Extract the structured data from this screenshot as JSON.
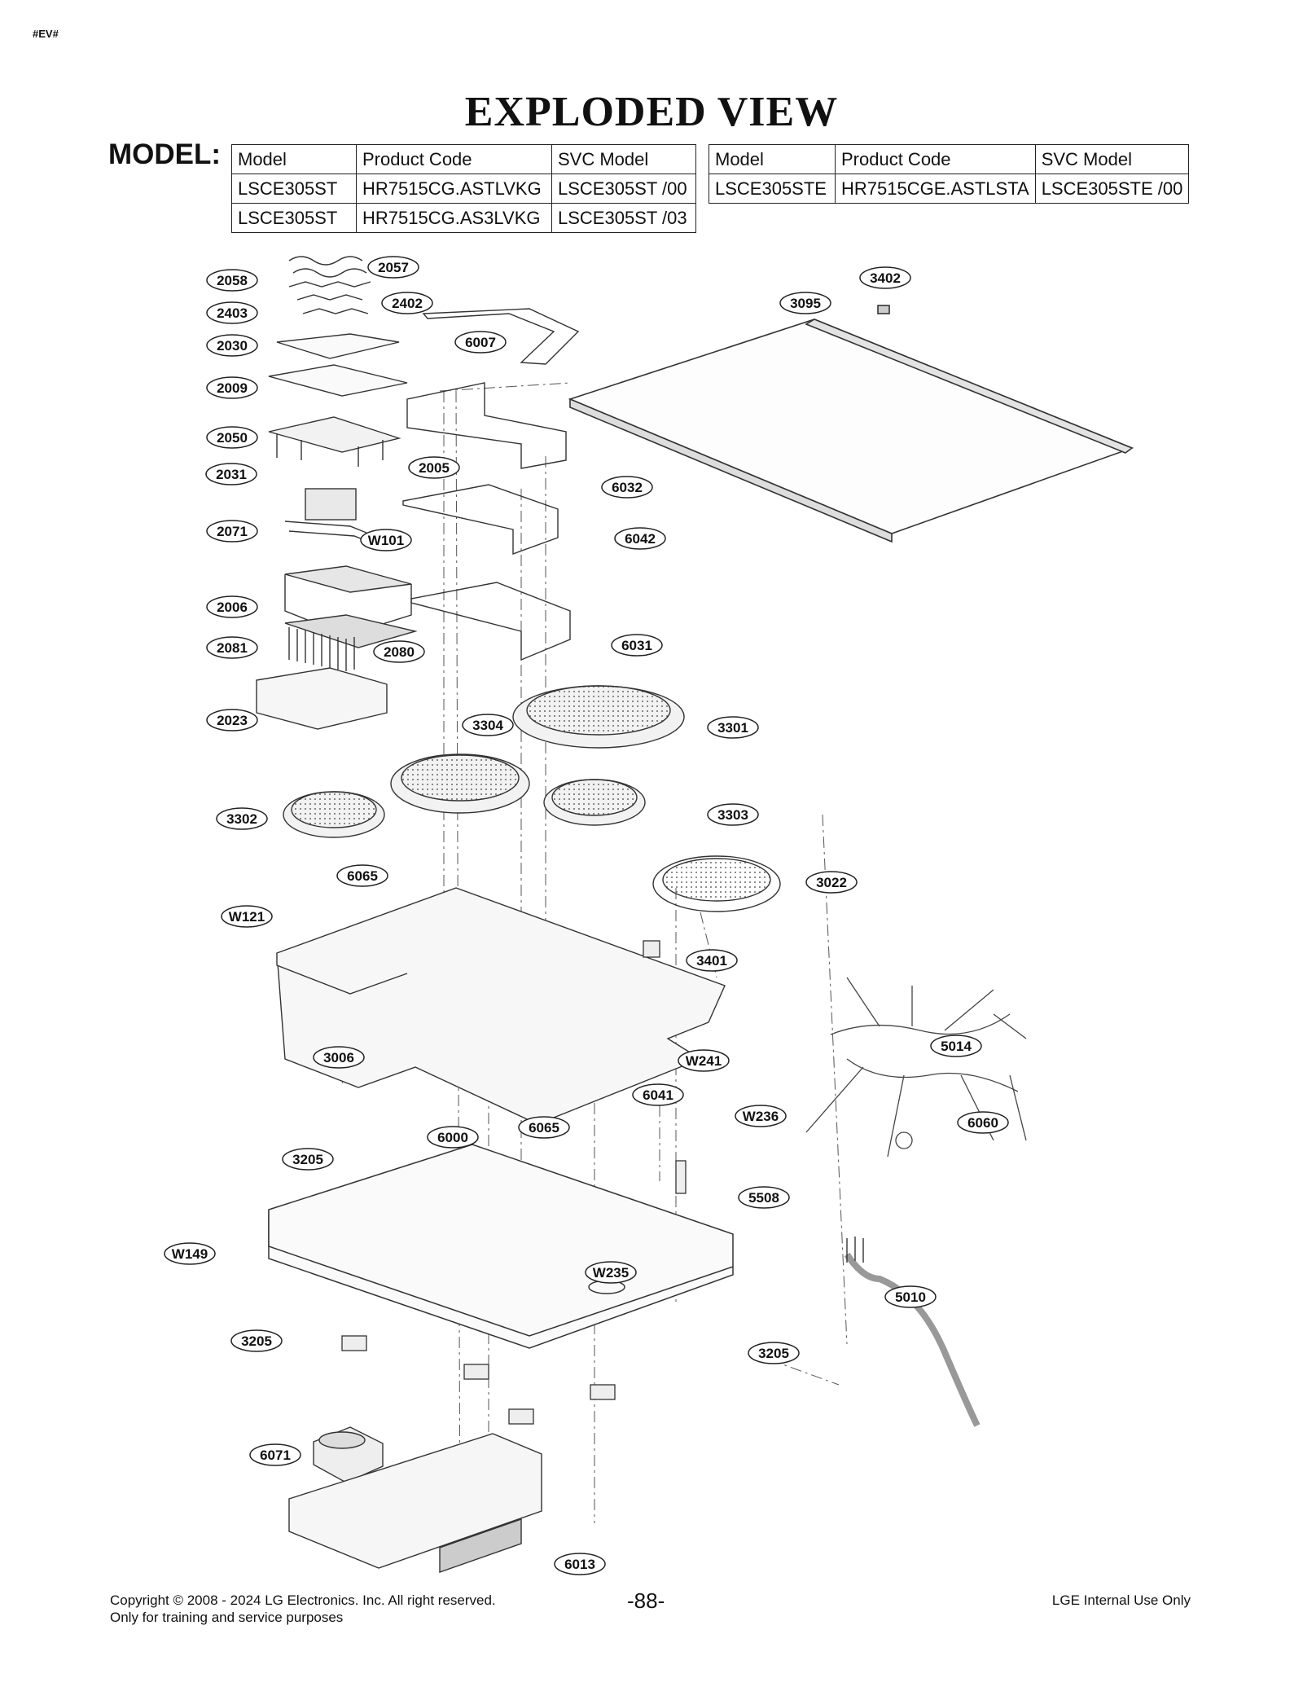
{
  "page_tag": "#EV#",
  "title": "EXPLODED VIEW",
  "model_label": "MODEL:",
  "table_left": {
    "headers": [
      "Model",
      "Product Code",
      "SVC Model"
    ],
    "rows": [
      [
        "LSCE305ST",
        "HR7515CG.ASTLVKG",
        "LSCE305ST /00"
      ],
      [
        "LSCE305ST",
        "HR7515CG.AS3LVKG",
        "LSCE305ST /03"
      ]
    ]
  },
  "table_right": {
    "headers": [
      "Model",
      "Product Code",
      "SVC Model"
    ],
    "rows": [
      [
        "LSCE305STE",
        "HR7515CGE.ASTLSTA",
        "LSCE305STE /00"
      ]
    ]
  },
  "part_labels": [
    "2057",
    "2058",
    "2402",
    "2403",
    "6007",
    "3402",
    "3095",
    "2030",
    "2009",
    "2050",
    "2031",
    "2005",
    "6032",
    "2071",
    "W101",
    "6042",
    "2006",
    "2081",
    "2080",
    "6031",
    "2023",
    "3304",
    "3301",
    "3302",
    "3303",
    "6065",
    "3022",
    "W121",
    "3401",
    "3006",
    "W241",
    "5014",
    "6041",
    "W236",
    "6060",
    "6000",
    "6065",
    "3205",
    "5508",
    "W149",
    "W235",
    "5010",
    "3205",
    "3205",
    "6071",
    "6013"
  ],
  "footer": {
    "copyright": "Copyright © 2008 - 2024 LG Electronics. Inc. All right reserved.",
    "training": "Only for training and service purposes",
    "page_number": "-88-",
    "internal": "LGE Internal Use Only"
  }
}
